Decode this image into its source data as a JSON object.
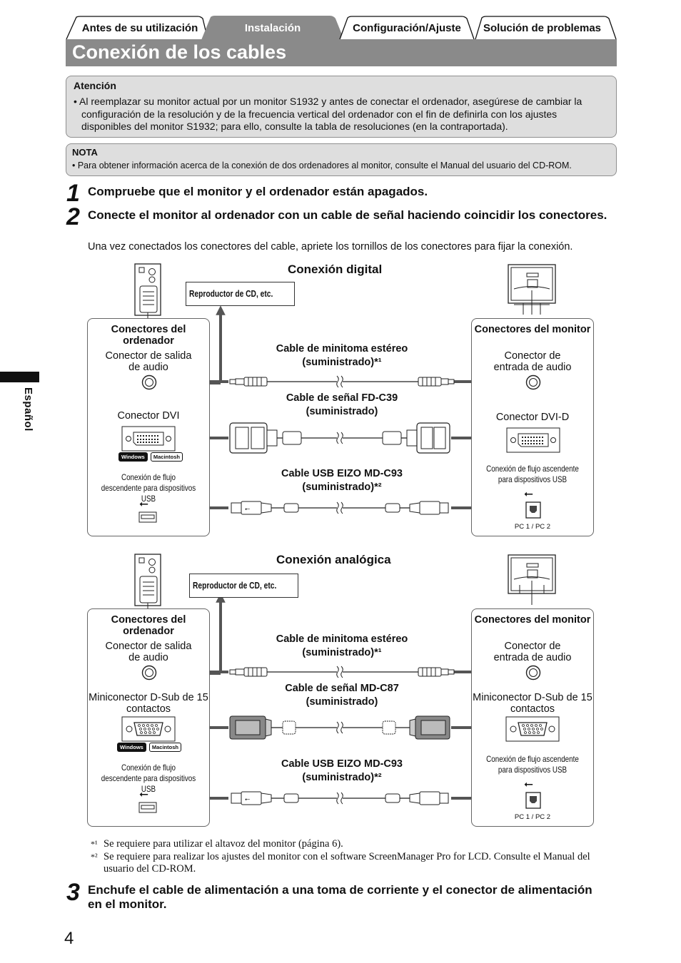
{
  "tabs": [
    "Antes de su utilización",
    "Instalación",
    "Configuración/Ajuste",
    "Solución de problemas"
  ],
  "title": "Conexión de los cables",
  "side_label": "Español",
  "atencion": {
    "heading": "Atención",
    "text": "• Al reemplazar su monitor actual por un monitor S1932 y antes de conectar el ordenador, asegúrese de cambiar la configuración de la resolución y de la frecuencia vertical del ordenador con el fin de definirla con los ajustes disponibles del monitor S1932; para ello, consulte la tabla de resoluciones (en la contraportada)."
  },
  "nota": {
    "heading": "NOTA",
    "text": "• Para obtener información acerca de la conexión de dos ordenadores al monitor, consulte el Manual del usuario del CD-ROM."
  },
  "steps": [
    {
      "num": "1",
      "text": "Compruebe que el monitor y el ordenador están apagados."
    },
    {
      "num": "2",
      "text": "Conecte el monitor al ordenador con un cable de señal haciendo coincidir los conectores.",
      "sub": "Una vez conectados los conectores del cable, apriete los tornillos de los conectores para fijar la conexión."
    },
    {
      "num": "3",
      "text": "Enchufe el cable de alimentación a una toma de corriente y el conector de alimentación en el monitor."
    }
  ],
  "digital": {
    "title": "Conexión digital",
    "cd": "Reproductor de CD, etc.",
    "pc_heading": "Conectores del ordenador",
    "pc_audio": "Conector de salida de audio",
    "pc_video": "Conector DVI",
    "pc_usb": "Conexión de flujo descendente para dispositivos USB",
    "mon_heading": "Conectores del monitor",
    "mon_audio": "Conector de entrada de audio",
    "mon_video": "Conector DVI-D",
    "mon_usb": "Conexión de flujo ascendente para dispositivos USB",
    "pc12": "PC 1 / PC 2",
    "cable1": "Cable de minitoma estéreo (suministrado)*¹",
    "cable2": "Cable de señal FD-C39 (suministrado)",
    "cable3": "Cable USB EIZO MD-C93 (suministrado)*²",
    "win": "Windows",
    "mac": "Macintosh"
  },
  "analog": {
    "title": "Conexión analógica",
    "cd": "Reproductor de CD, etc.",
    "pc_heading": "Conectores del ordenador",
    "pc_audio": "Conector de salida de audio",
    "pc_video": "Miniconector D-Sub de 15 contactos",
    "pc_usb": "Conexión de flujo descendente para dispositivos USB",
    "mon_heading": "Conectores del monitor",
    "mon_audio": "Conector de entrada de audio",
    "mon_video": "Miniconector D-Sub de 15 contactos",
    "mon_usb": "Conexión de flujo ascendente para dispositivos USB",
    "pc12": "PC 1 / PC 2",
    "cable1": "Cable de minitoma estéreo (suministrado)*¹",
    "cable2": "Cable de señal MD-C87 (suministrado)",
    "cable3": "Cable USB EIZO MD-C93 (suministrado)*²",
    "win": "Windows",
    "mac": "Macintosh"
  },
  "footnotes": [
    {
      "mark": "*¹",
      "text": "Se requiere para utilizar el altavoz del monitor (página 6)."
    },
    {
      "mark": "*²",
      "text": "Se requiere para realizar los ajustes del monitor con el software ScreenManager Pro for LCD. Consulte el Manual del usuario del CD-ROM."
    }
  ],
  "page_number": "4"
}
